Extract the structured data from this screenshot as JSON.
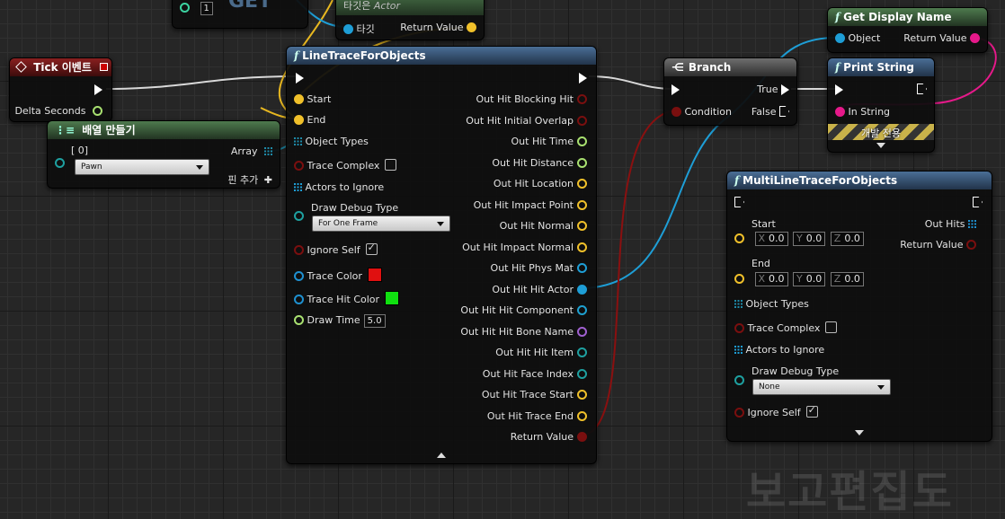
{
  "colors": {
    "exec": "#ffffff",
    "object": "#1e9ed6",
    "string": "#e6198a",
    "bool": "#7a0f0f",
    "float": "#a8e070",
    "vector": "#f0c02a",
    "struct": "#1e8aa8",
    "linear_color": "#1e90d0",
    "hit_component": "#1ea0a0"
  },
  "top_fragment": {
    "index_value": "1",
    "get_label": "GET"
  },
  "cast_node": {
    "subtitle_prefix": "타깃은",
    "subtitle_type": "Actor",
    "target_label": "타깃",
    "return_label": "Return Value"
  },
  "tick": {
    "title": "Tick 이벤트",
    "delta_label": "Delta Seconds"
  },
  "make_array": {
    "title": "배열 만들기",
    "index_label": "[ 0]",
    "value": "Pawn",
    "array_label": "Array",
    "add_pin_label": "핀 추가"
  },
  "line_trace": {
    "title": "LineTraceForObjects",
    "inputs": {
      "start": "Start",
      "end": "End",
      "object_types": "Object Types",
      "trace_complex": "Trace Complex",
      "actors_to_ignore": "Actors to Ignore",
      "draw_debug_type": "Draw Debug Type",
      "draw_debug_value": "For One Frame",
      "ignore_self": "Ignore Self",
      "trace_color": "Trace Color",
      "trace_hit_color": "Trace Hit Color",
      "draw_time": "Draw Time",
      "draw_time_value": "5.0"
    },
    "outputs": [
      "Out Hit Blocking Hit",
      "Out Hit Initial Overlap",
      "Out Hit Time",
      "Out Hit Distance",
      "Out Hit Location",
      "Out Hit Impact Point",
      "Out Hit Normal",
      "Out Hit Impact Normal",
      "Out Hit Phys Mat",
      "Out Hit Hit Actor",
      "Out Hit Hit Component",
      "Out Hit Hit Bone Name",
      "Out Hit Hit Item",
      "Out Hit Face Index",
      "Out Hit Trace Start",
      "Out Hit Trace End",
      "Return Value"
    ],
    "trace_color": "#e01010",
    "trace_hit_color": "#10e010"
  },
  "branch": {
    "title": "Branch",
    "condition": "Condition",
    "true_label": "True",
    "false_label": "False"
  },
  "get_display_name": {
    "title": "Get Display Name",
    "object_label": "Object",
    "return_label": "Return Value"
  },
  "print_string": {
    "title": "Print String",
    "in_string": "In String",
    "dev_only": "개발 전용"
  },
  "multi_trace": {
    "title": "MultiLineTraceForObjects",
    "start": "Start",
    "end": "End",
    "start_x": "0.0",
    "start_y": "0.0",
    "start_z": "0.0",
    "end_x": "0.0",
    "end_y": "0.0",
    "end_z": "0.0",
    "axis_x": "X",
    "axis_y": "Y",
    "axis_z": "Z",
    "out_hits": "Out Hits",
    "return_label": "Return Value",
    "object_types": "Object Types",
    "trace_complex": "Trace Complex",
    "actors_to_ignore": "Actors to Ignore",
    "draw_debug_type": "Draw Debug Type",
    "draw_debug_value": "None",
    "ignore_self": "Ignore Self"
  },
  "watermark": "보고편집도"
}
